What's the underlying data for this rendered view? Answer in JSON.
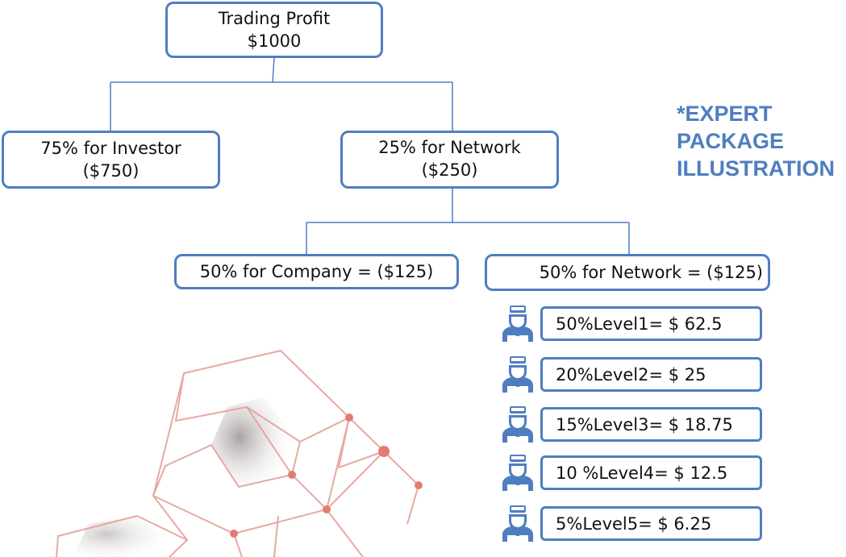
{
  "colors": {
    "accent": "#4f7ec0",
    "decoration": "#e4a09a",
    "decoration_dot": "#e37b72"
  },
  "root": {
    "line1": "Trading Profit",
    "line2": "$1000"
  },
  "investor": {
    "line1": "75% for Investor",
    "line2": "($750)"
  },
  "network_share": {
    "line1": "25% for Network",
    "line2": "($250)"
  },
  "company": {
    "label": "50% for Company = ($125)"
  },
  "network": {
    "label": "50% for Network = ($125)"
  },
  "title": {
    "line1": "*EXPERT",
    "line2": "PACKAGE",
    "line3": "ILLUSTRATION"
  },
  "levels": [
    {
      "label": "50%Level1= $ 62.5",
      "icon": "worker-icon"
    },
    {
      "label": "20%Level2= $ 25",
      "icon": "worker-icon"
    },
    {
      "label": "15%Level3= $ 18.75",
      "icon": "worker-icon"
    },
    {
      "label": "10 %Level4= $ 12.5",
      "icon": "worker-icon"
    },
    {
      "label": "5%Level5= $ 6.25",
      "icon": "worker-icon"
    }
  ]
}
